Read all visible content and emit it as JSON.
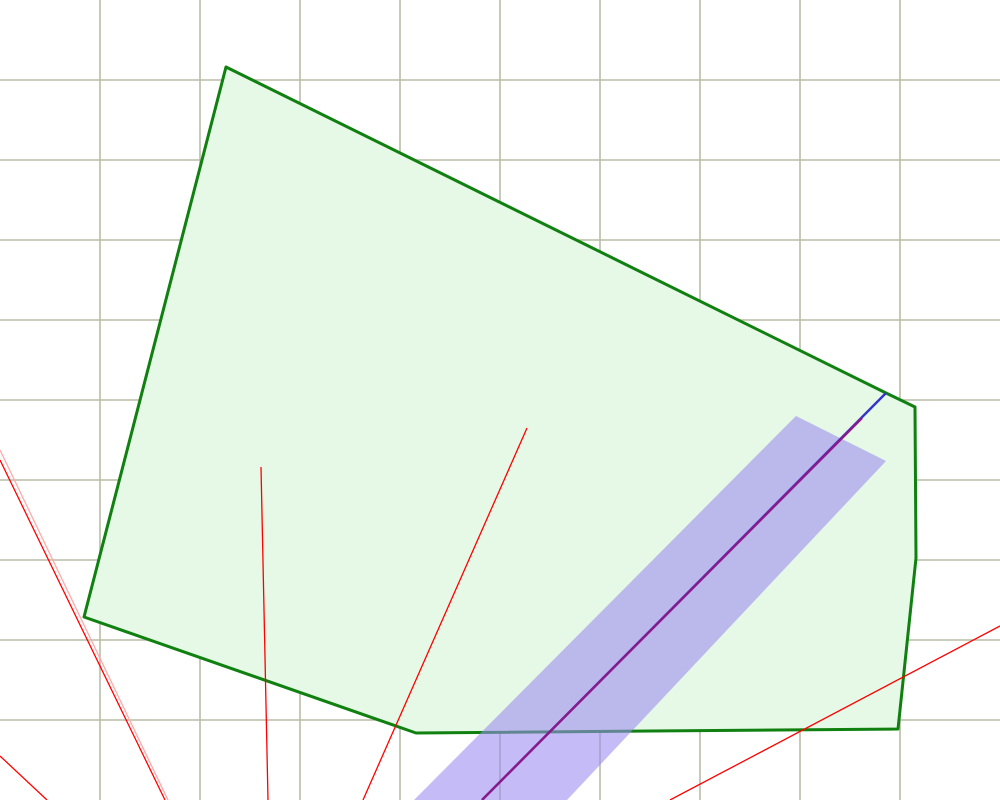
{
  "colors": {
    "background": "#ffffff",
    "grid": "#b9bca6",
    "polygon_fill": "#e6f8e6",
    "polygon_stroke": "#108010",
    "band_fill": "#9b89f0",
    "ray": "#ff0000",
    "ray_faint": "#ffaaaa",
    "axis_line": "#3333cc"
  },
  "diagram": {
    "grid_visible": true,
    "shapes": [
      "green-polygon",
      "purple-band",
      "red-rays",
      "blue-axis-line"
    ]
  }
}
